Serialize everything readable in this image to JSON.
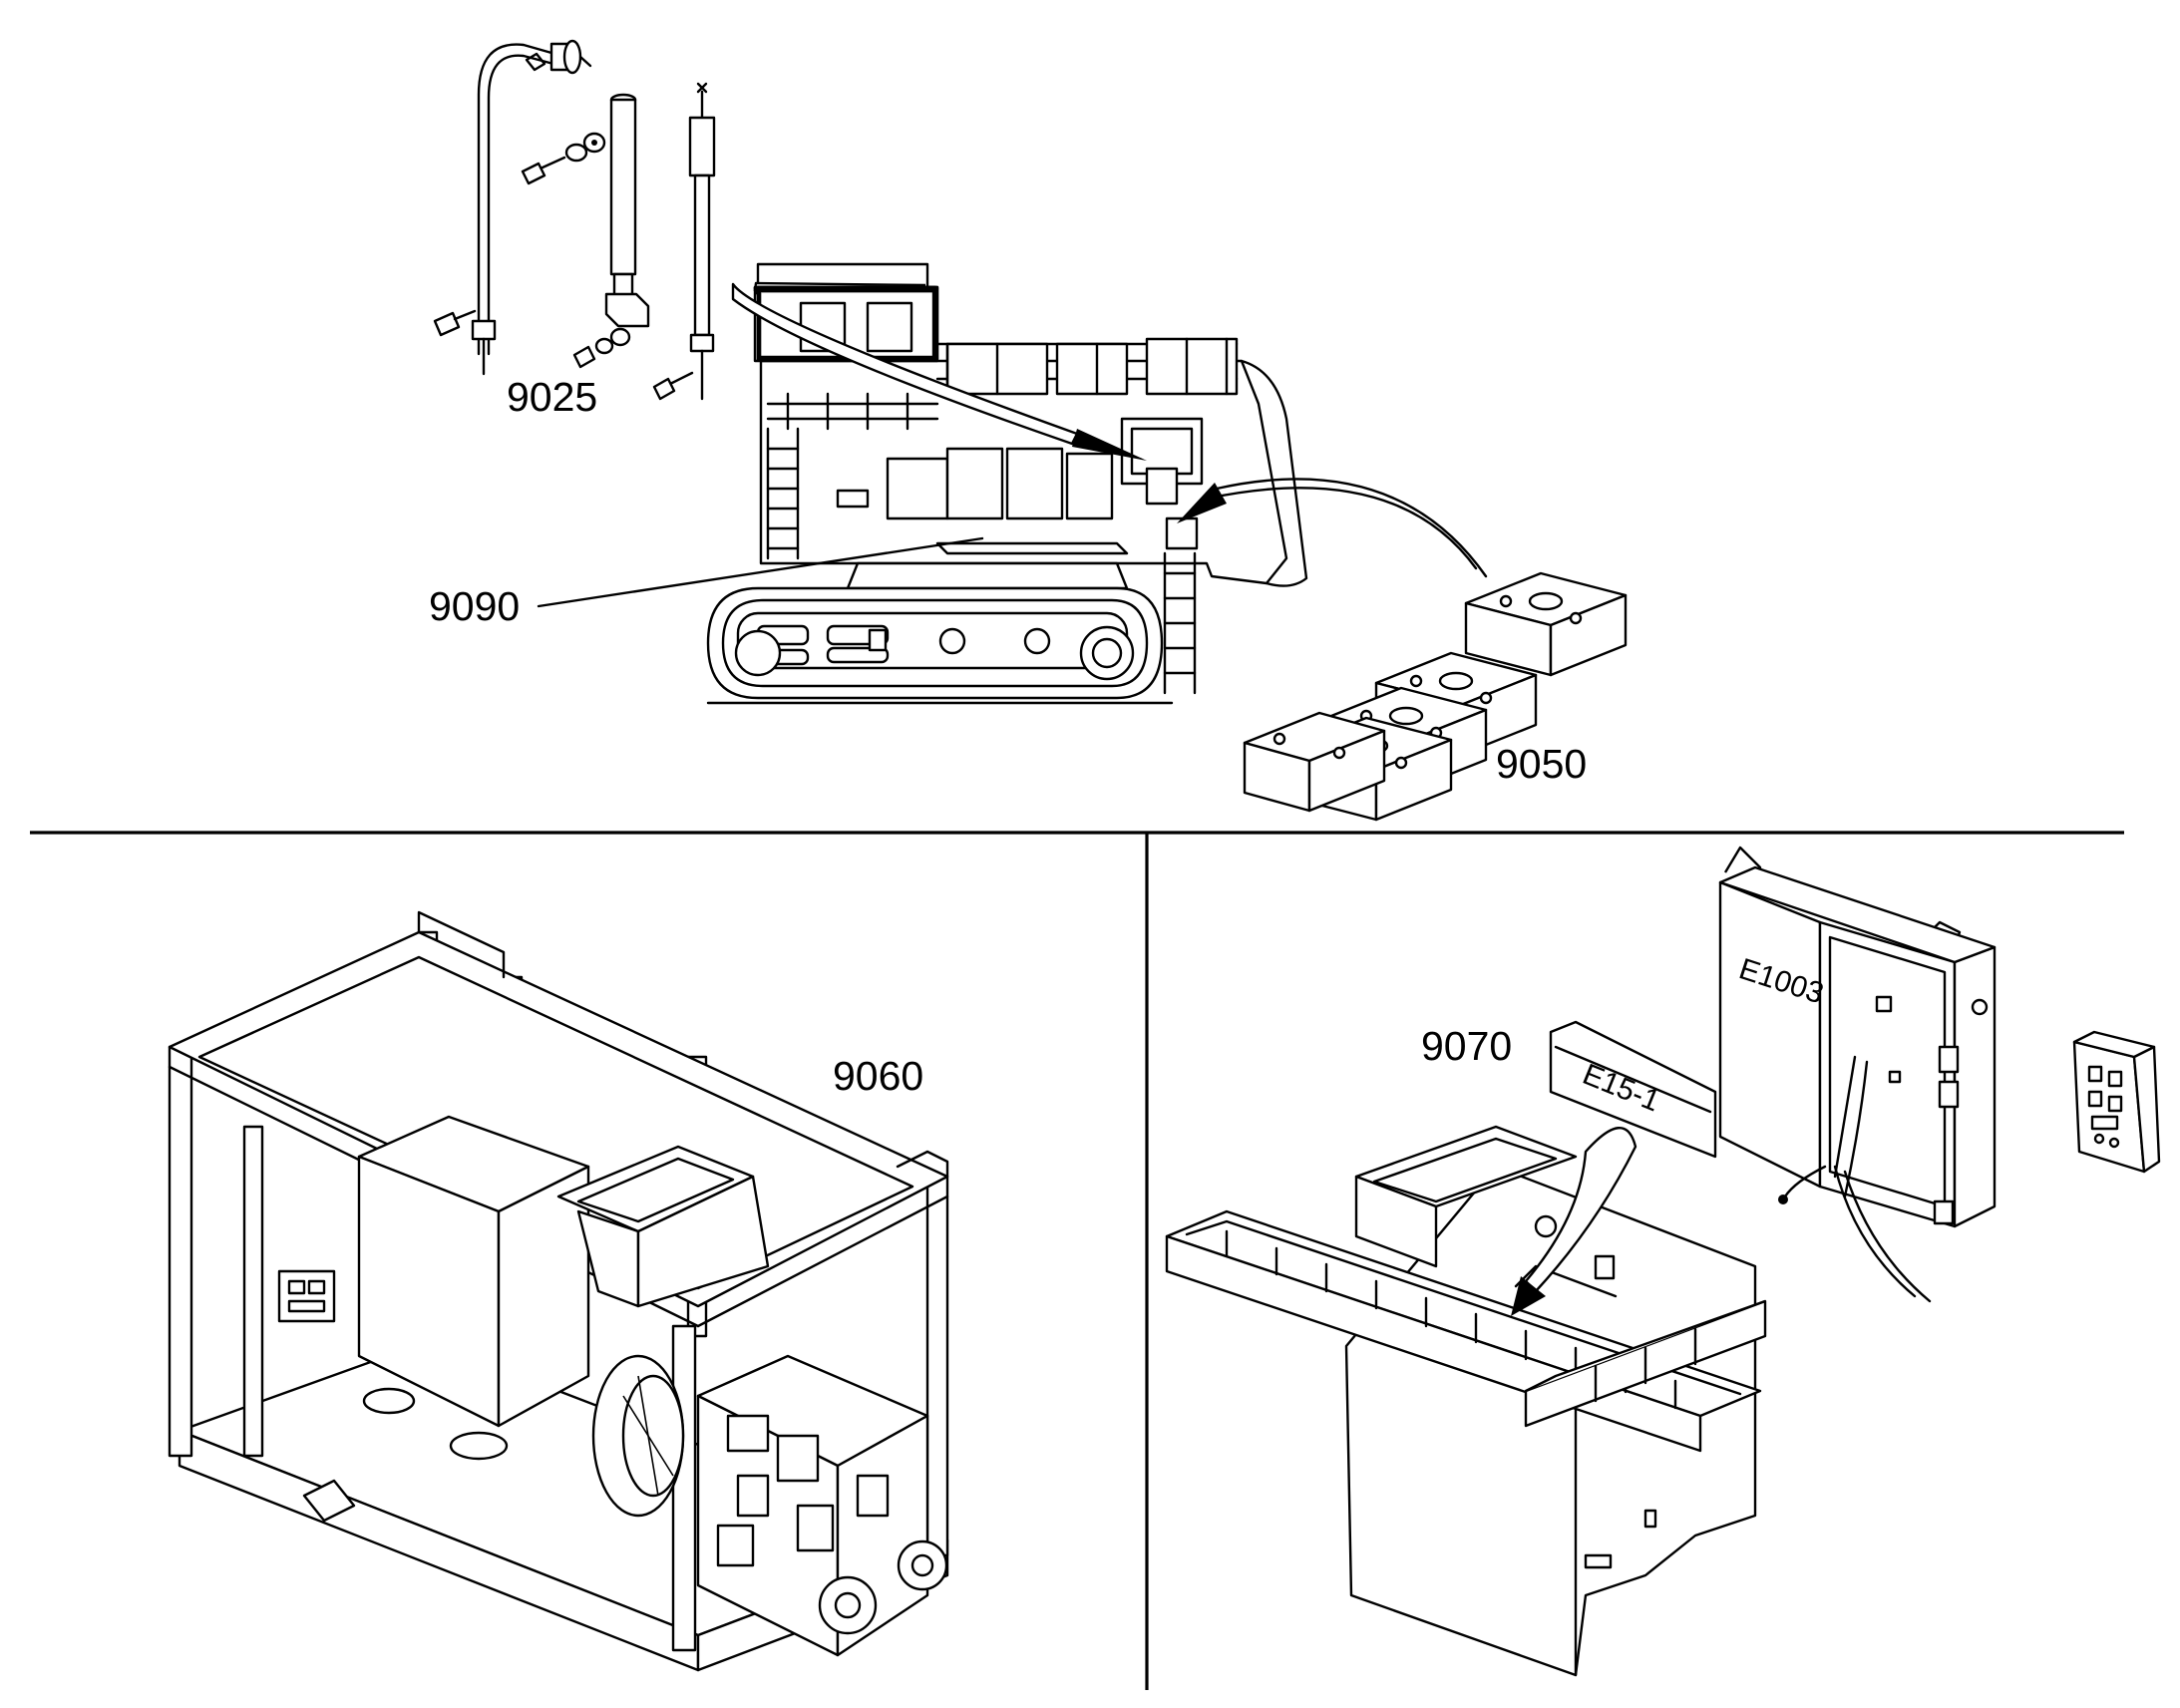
{
  "callouts": {
    "antenna_mast": "9025",
    "machine_overview": "9090",
    "batteries": "9050",
    "power_unit_frame": "9060",
    "control_cabinet": "9070"
  },
  "plates": {
    "cabinet": "E1003",
    "strip": "E15-1"
  },
  "colors": {
    "line": "#000000",
    "background": "#ffffff"
  }
}
